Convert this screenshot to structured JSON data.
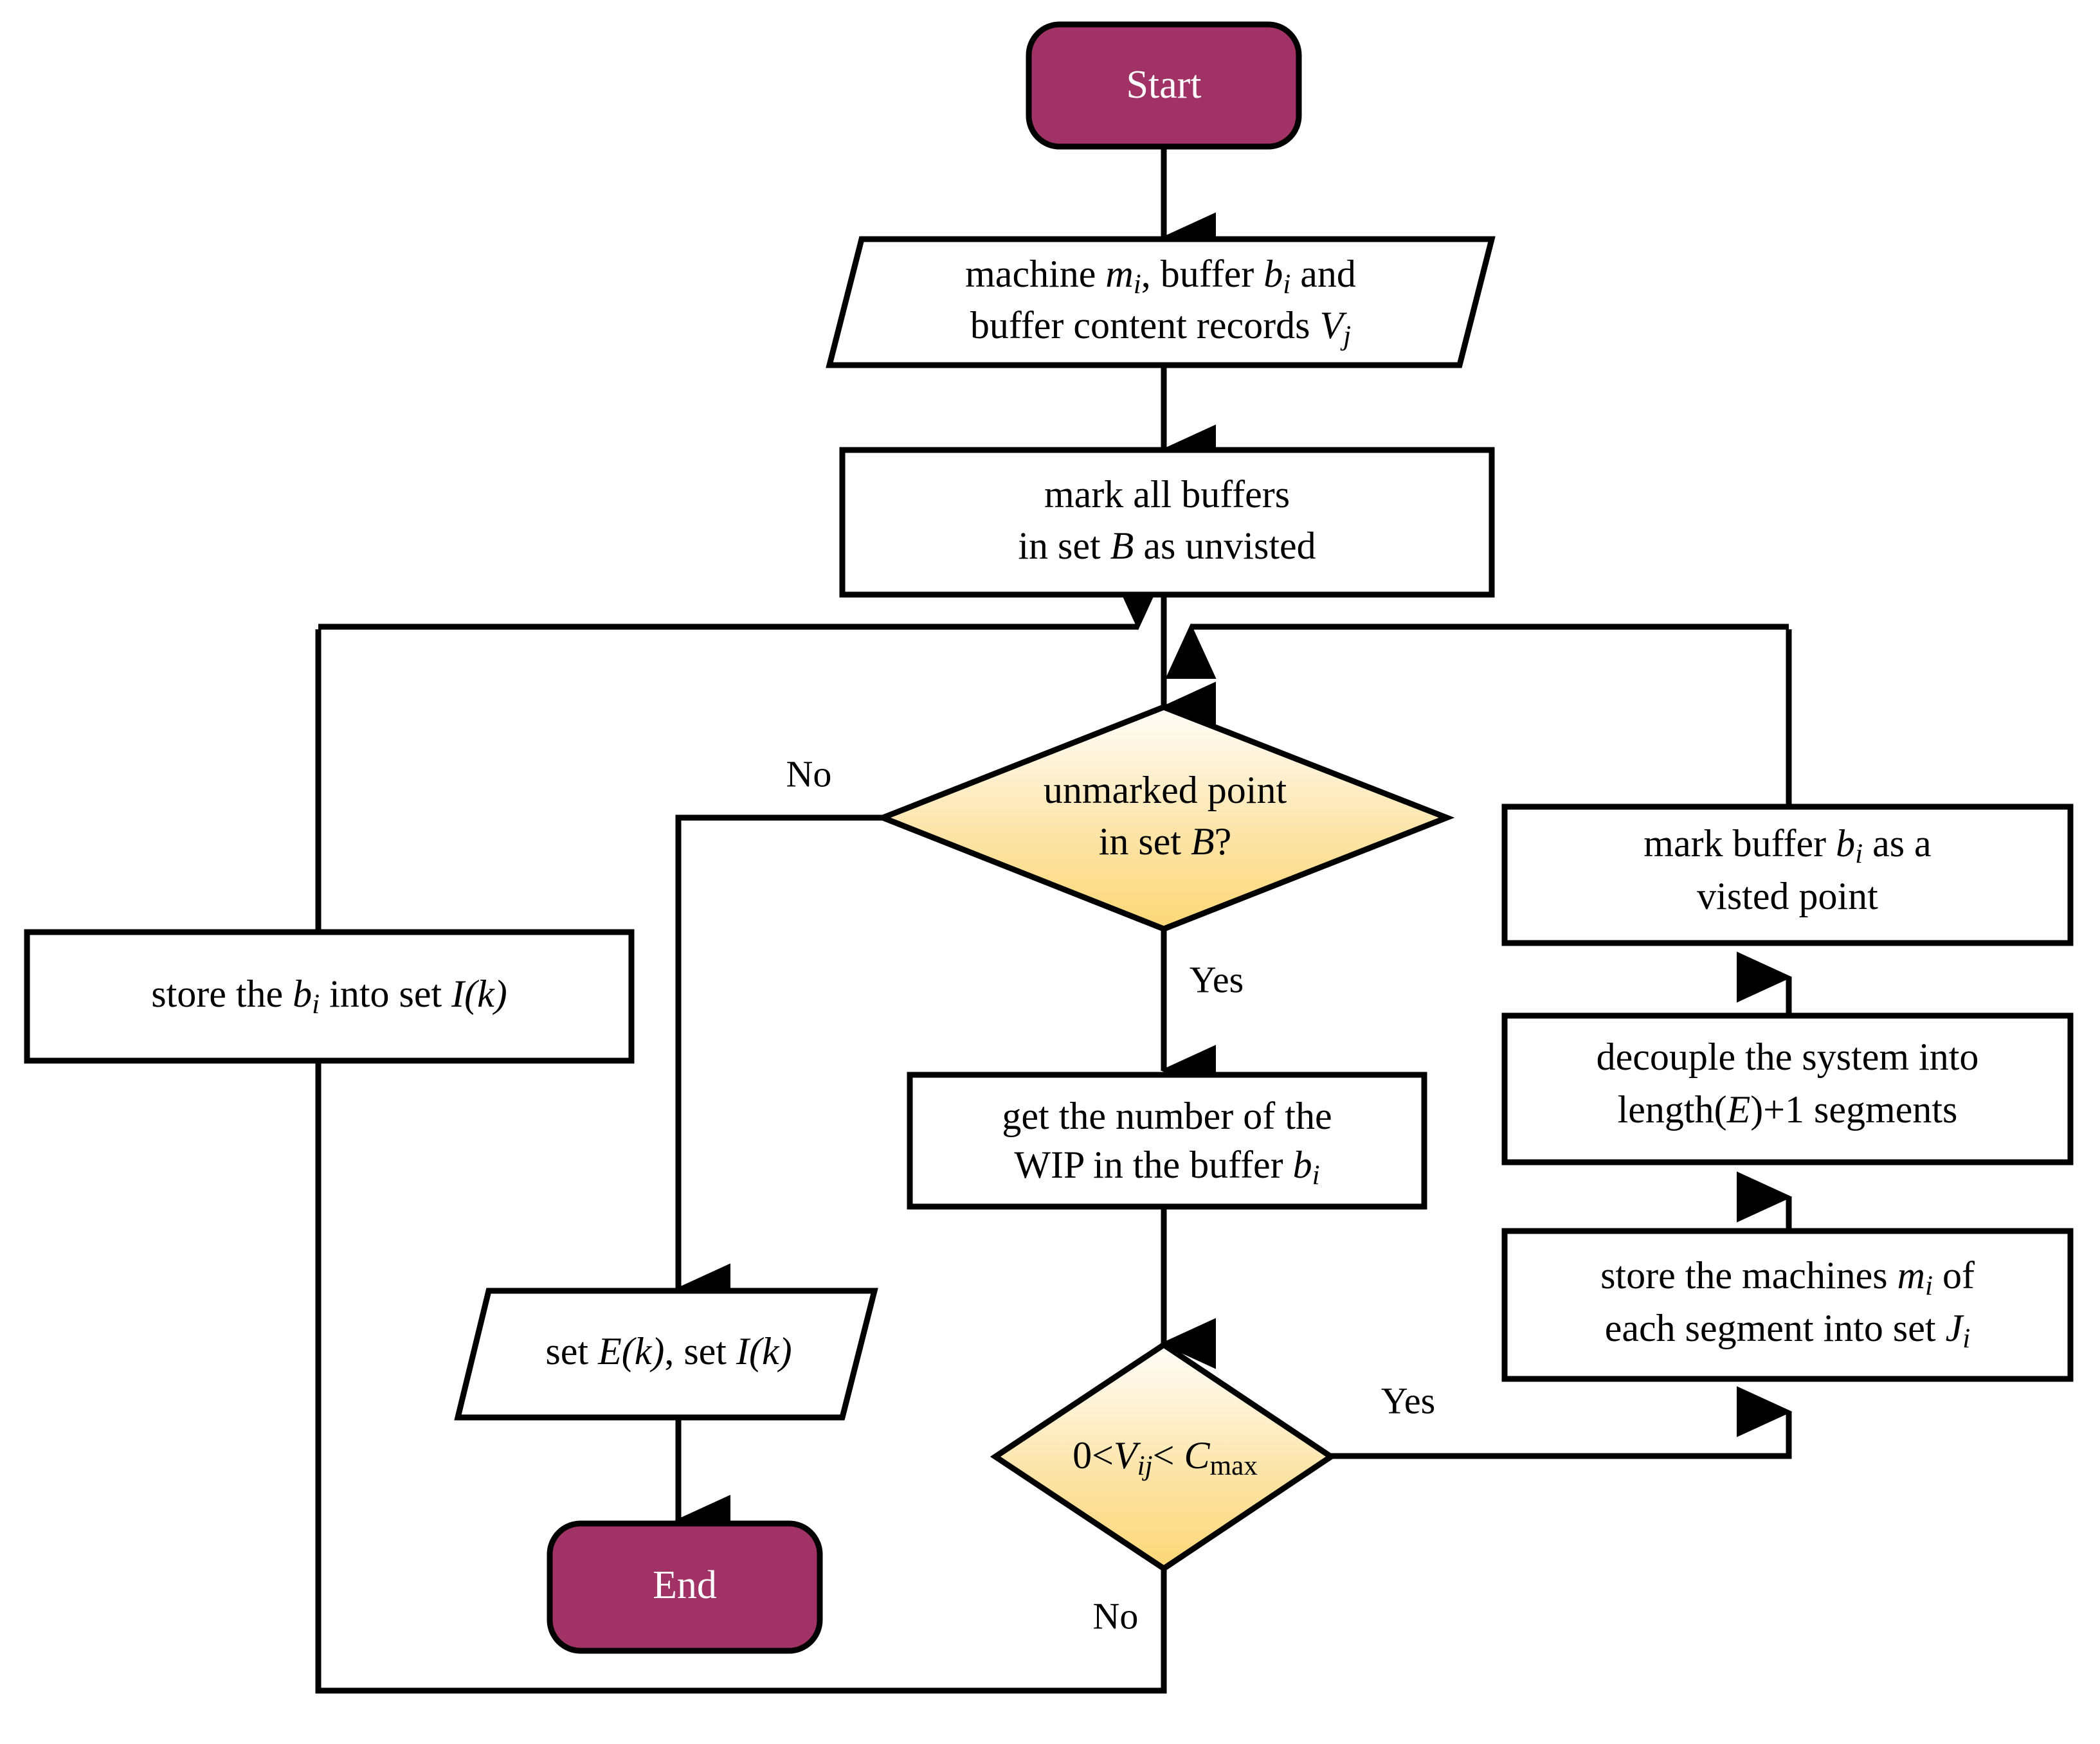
{
  "diagram": {
    "title": "Buffer decoupling algorithm flowchart",
    "colors": {
      "terminal_fill": "#A03266",
      "terminal_text": "#FFFFFF",
      "decision_fill_top": "#FFFCF4",
      "decision_fill_bottom": "#FBD877",
      "process_fill": "#FFFFFF",
      "io_fill": "#FFFFFF",
      "stroke": "#000000",
      "background": "#FFFFFF"
    },
    "nodes": {
      "start": {
        "type": "terminal",
        "label": "Start"
      },
      "input_data": {
        "type": "io",
        "line1_a": "machine ",
        "line1_m": "m",
        "line1_mi": "i",
        "line1_b": ", buffer ",
        "line1_bb": "b",
        "line1_bi": "i",
        "line1_c": " and",
        "line2_a": "buffer content records ",
        "line2_v": "V",
        "line2_vj": "j"
      },
      "mark_unvisited": {
        "type": "process",
        "line1": "mark all buffers",
        "line2_a": "in set ",
        "line2_B": "B",
        "line2_b": " as unvisted"
      },
      "decision_unmarked": {
        "type": "decision",
        "line1": "unmarked point",
        "line2_a": "in set ",
        "line2_B": "B",
        "line2_b": "?"
      },
      "get_wip": {
        "type": "process",
        "line1": "get the number of the",
        "line2_a": "WIP in the buffer ",
        "line2_b": "b",
        "line2_bi": "i"
      },
      "decision_capacity": {
        "type": "decision",
        "expr_0": "0<",
        "expr_V": "V",
        "expr_ij": "ij",
        "expr_lt": "< ",
        "expr_C": "C",
        "expr_max": "max"
      },
      "store_machines": {
        "type": "process",
        "line1_a": "store the machines ",
        "line1_m": "m",
        "line1_mi": "i",
        "line1_b": " of",
        "line2_a": "each segment into set ",
        "line2_J": "J",
        "line2_Ji": "i"
      },
      "decouple": {
        "type": "process",
        "line1": "decouple the system into",
        "line2_a": "length(",
        "line2_E": "E",
        "line2_b": ")+1 segments"
      },
      "mark_visited": {
        "type": "process",
        "line1_a": "mark buffer ",
        "line1_b": "b",
        "line1_bi": "i",
        "line1_c": " as a",
        "line2": "visted point"
      },
      "store_bi": {
        "type": "process",
        "line_a": "store the ",
        "line_b": "b",
        "line_bi": "i",
        "line_c": " into set ",
        "line_I": "I(k)"
      },
      "output_sets": {
        "type": "io",
        "line_a": "set ",
        "line_E": "E(k)",
        "line_b": ", set ",
        "line_I": "I(k)"
      },
      "end": {
        "type": "terminal",
        "label": "End"
      }
    },
    "edge_labels": {
      "no_unmarked": "No",
      "yes_unmarked": "Yes",
      "yes_capacity": "Yes",
      "no_capacity": "No"
    }
  }
}
